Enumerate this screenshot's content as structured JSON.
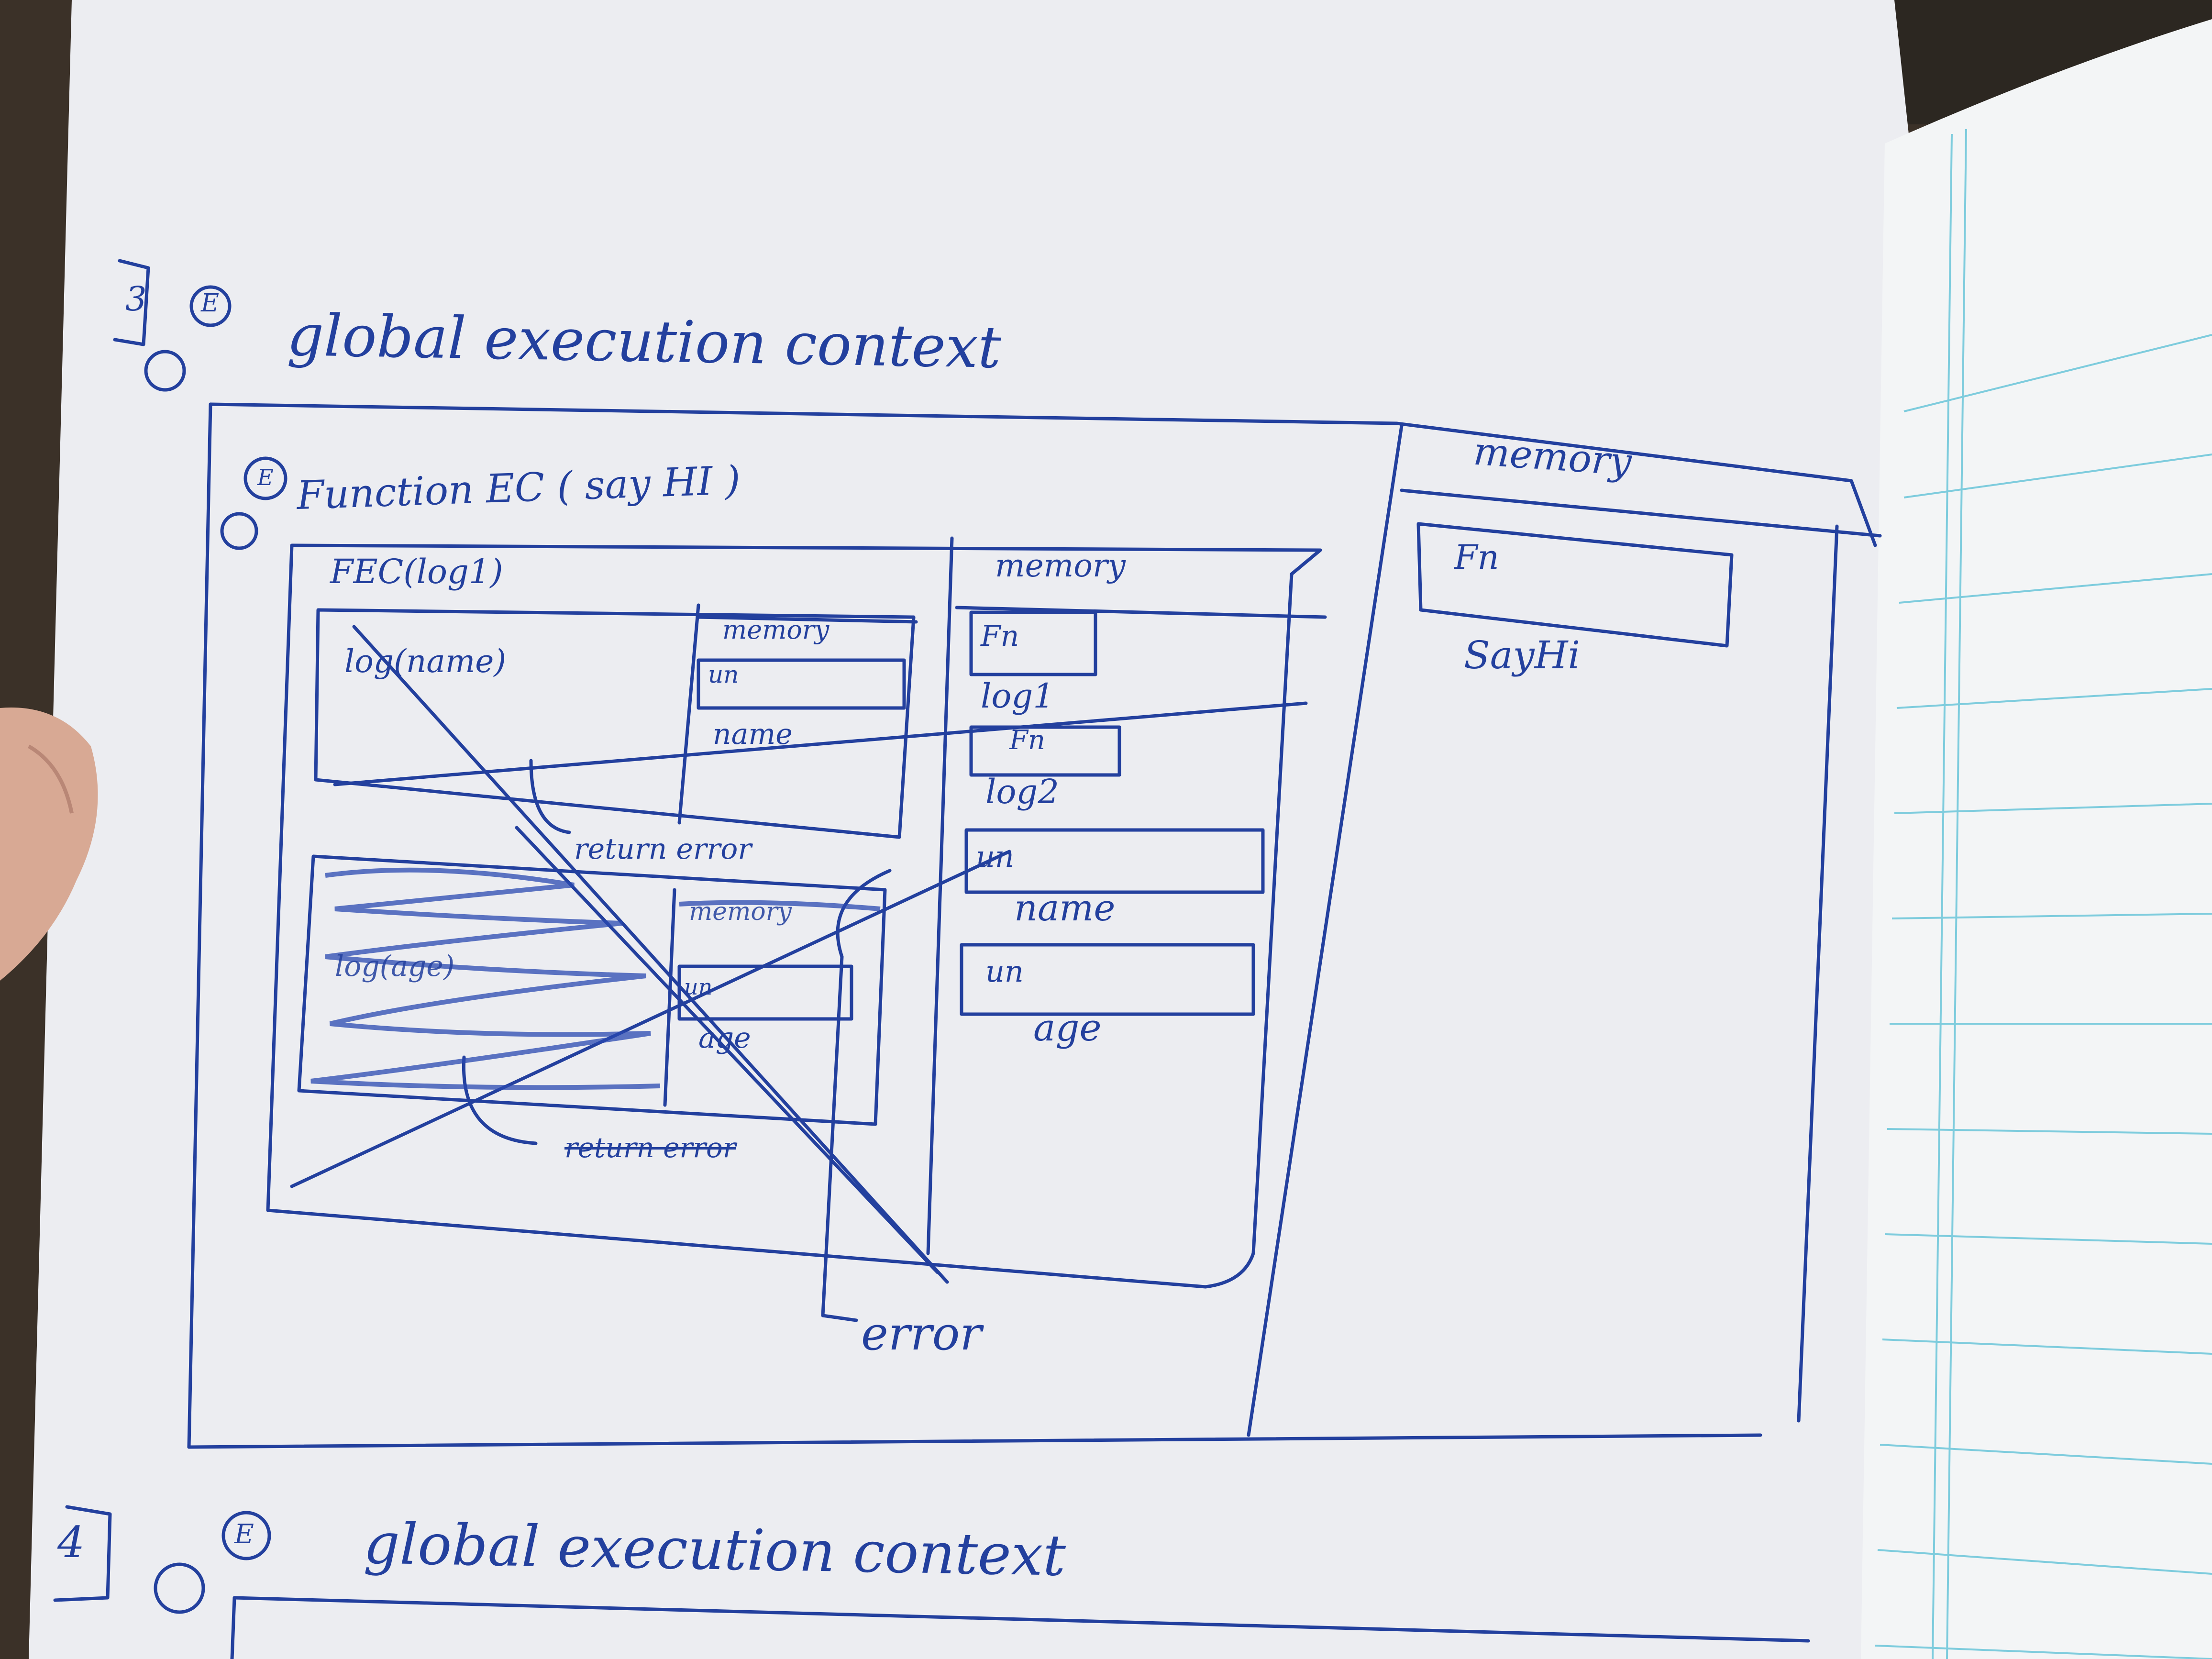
{
  "page": {
    "section_3": {
      "number": "3",
      "marker": "E",
      "heading": "global execution context",
      "global_memory": {
        "label": "memory",
        "slot_value": "Fn",
        "slot_name": "SayHi"
      },
      "function_ec": {
        "label": "Function EC ( say HI )",
        "memory": {
          "label": "memory",
          "slots": [
            {
              "value": "Fn",
              "name": "log1"
            },
            {
              "value": "Fn",
              "name": "log2"
            },
            {
              "value": "un",
              "name": "name"
            },
            {
              "value": "un",
              "name": "age"
            }
          ]
        },
        "fec_log1": {
          "label": "FEC(log1)",
          "call": "log(name)",
          "memory_label": "memory",
          "memory_value": "un",
          "memory_name": "name",
          "result": "return error"
        },
        "fec_log2": {
          "call": "log(age)",
          "memory_label": "memory",
          "memory_value": "un",
          "memory_name": "age",
          "result": "return error"
        },
        "result": "error"
      }
    },
    "section_4": {
      "number": "4",
      "marker": "E",
      "heading": "global execution context"
    }
  }
}
